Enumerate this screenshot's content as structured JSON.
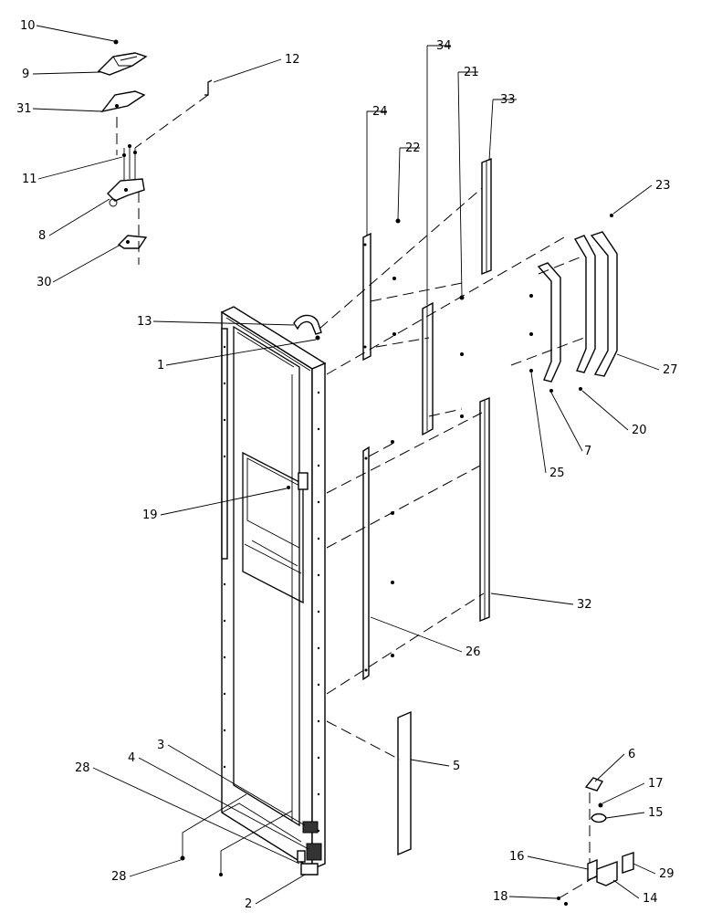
{
  "callouts": [
    {
      "id": "c10",
      "label": "10"
    },
    {
      "id": "c9",
      "label": "9"
    },
    {
      "id": "c31",
      "label": "31"
    },
    {
      "id": "c12",
      "label": "12"
    },
    {
      "id": "c11",
      "label": "11"
    },
    {
      "id": "c8",
      "label": "8"
    },
    {
      "id": "c30",
      "label": "30"
    },
    {
      "id": "c13",
      "label": "13"
    },
    {
      "id": "c1",
      "label": "1"
    },
    {
      "id": "c19",
      "label": "19"
    },
    {
      "id": "c24",
      "label": "24"
    },
    {
      "id": "c22",
      "label": "22"
    },
    {
      "id": "c34",
      "label": "34"
    },
    {
      "id": "c21",
      "label": "21"
    },
    {
      "id": "c33",
      "label": "33"
    },
    {
      "id": "c23",
      "label": "23"
    },
    {
      "id": "c27",
      "label": "27"
    },
    {
      "id": "c20",
      "label": "20"
    },
    {
      "id": "c7",
      "label": "7"
    },
    {
      "id": "c25",
      "label": "25"
    },
    {
      "id": "c32",
      "label": "32"
    },
    {
      "id": "c26",
      "label": "26"
    },
    {
      "id": "c5",
      "label": "5"
    },
    {
      "id": "c3",
      "label": "3"
    },
    {
      "id": "c4",
      "label": "4"
    },
    {
      "id": "c28a",
      "label": "28"
    },
    {
      "id": "c28b",
      "label": "28"
    },
    {
      "id": "c2",
      "label": "2"
    },
    {
      "id": "c6",
      "label": "6"
    },
    {
      "id": "c17",
      "label": "17"
    },
    {
      "id": "c15",
      "label": "15"
    },
    {
      "id": "c16",
      "label": "16"
    },
    {
      "id": "c29",
      "label": "29"
    },
    {
      "id": "c18",
      "label": "18"
    },
    {
      "id": "c14",
      "label": "14"
    }
  ]
}
